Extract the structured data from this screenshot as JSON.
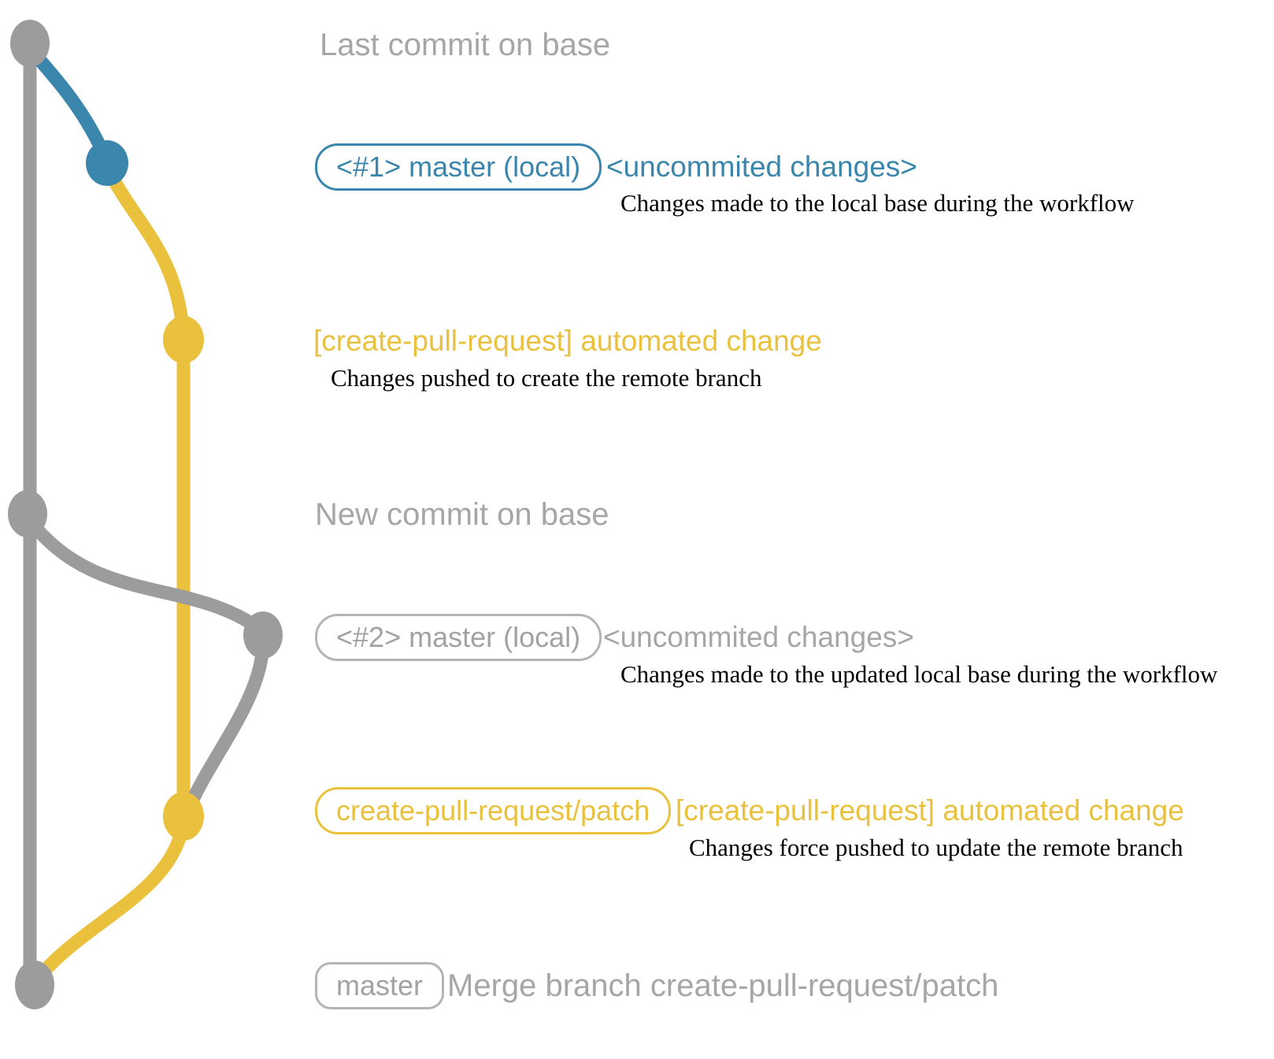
{
  "colors": {
    "base_branch": "#9c9c9c",
    "local_branch": "#3a86ac",
    "patch_branch": "#e9c13d",
    "muted_text": "#a6a6a6",
    "detail_text": "#000000"
  },
  "graph": {
    "type": "git-commit-graph",
    "branches": [
      {
        "name": "base (master remote)",
        "color": "#9c9c9c"
      },
      {
        "name": "master (local)",
        "color": "#3a86ac"
      },
      {
        "name": "create-pull-request/patch",
        "color": "#e9c13d"
      }
    ],
    "commits": [
      {
        "id": "last-commit-on-base",
        "branch": "base",
        "color": "#9c9c9c"
      },
      {
        "id": "local-commit-1",
        "branch": "master (local)",
        "color": "#3a86ac"
      },
      {
        "id": "patch-commit-1",
        "branch": "create-pull-request/patch",
        "color": "#e9c13d"
      },
      {
        "id": "new-commit-on-base",
        "branch": "base",
        "color": "#9c9c9c"
      },
      {
        "id": "local-commit-2",
        "branch": "master (local)",
        "color": "#9c9c9c"
      },
      {
        "id": "patch-commit-2",
        "branch": "create-pull-request/patch",
        "color": "#e9c13d"
      },
      {
        "id": "merge-commit",
        "branch": "base",
        "color": "#9c9c9c"
      }
    ]
  },
  "annotations": {
    "last_commit": {
      "heading": "Last commit on base"
    },
    "commit1": {
      "badge": "<#1> master (local)",
      "note": "<uncommited changes>",
      "detail": "Changes made to the local base during the workflow"
    },
    "push1": {
      "note": "[create-pull-request] automated change",
      "detail": "Changes pushed to create the remote branch"
    },
    "new_commit": {
      "heading": "New commit on base"
    },
    "commit2": {
      "badge": "<#2> master (local)",
      "note": "<uncommited changes>",
      "detail": "Changes made to the updated local base during the workflow"
    },
    "push2": {
      "badge": "create-pull-request/patch",
      "note": "[create-pull-request] automated change",
      "detail": "Changes force pushed to update the remote branch"
    },
    "merge": {
      "badge": "master",
      "note": "Merge branch create-pull-request/patch"
    }
  }
}
